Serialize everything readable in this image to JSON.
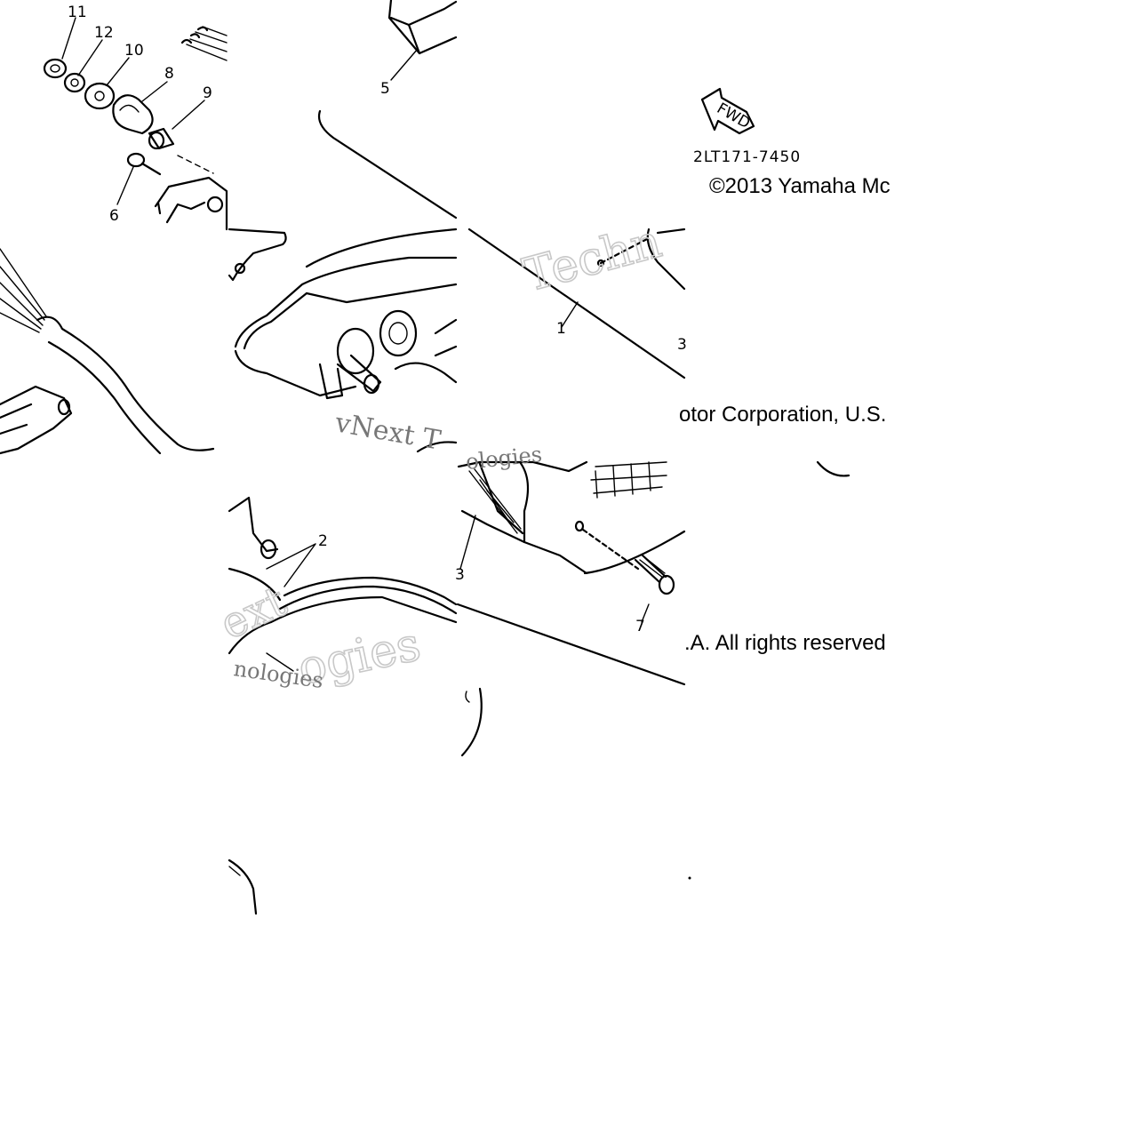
{
  "diagram": {
    "callouts": [
      "11",
      "12",
      "10",
      "8",
      "9",
      "6",
      "5",
      "1",
      "3",
      "2",
      "3",
      "7"
    ],
    "fwd_label": "FWD",
    "part_code": "2LT171-7450"
  },
  "copyright": {
    "line_1": "©2013 Yamaha Mc",
    "line_2": "otor Corporation, U.S.",
    "line_3": ".A. All rights reserved"
  },
  "watermark": {
    "fragment_1": "Techn",
    "fragment_2": "vNext T",
    "fragment_3": "ologies",
    "fragment_4": "ext",
    "fragment_5": "ogies",
    "fragment_6": "nologies"
  }
}
